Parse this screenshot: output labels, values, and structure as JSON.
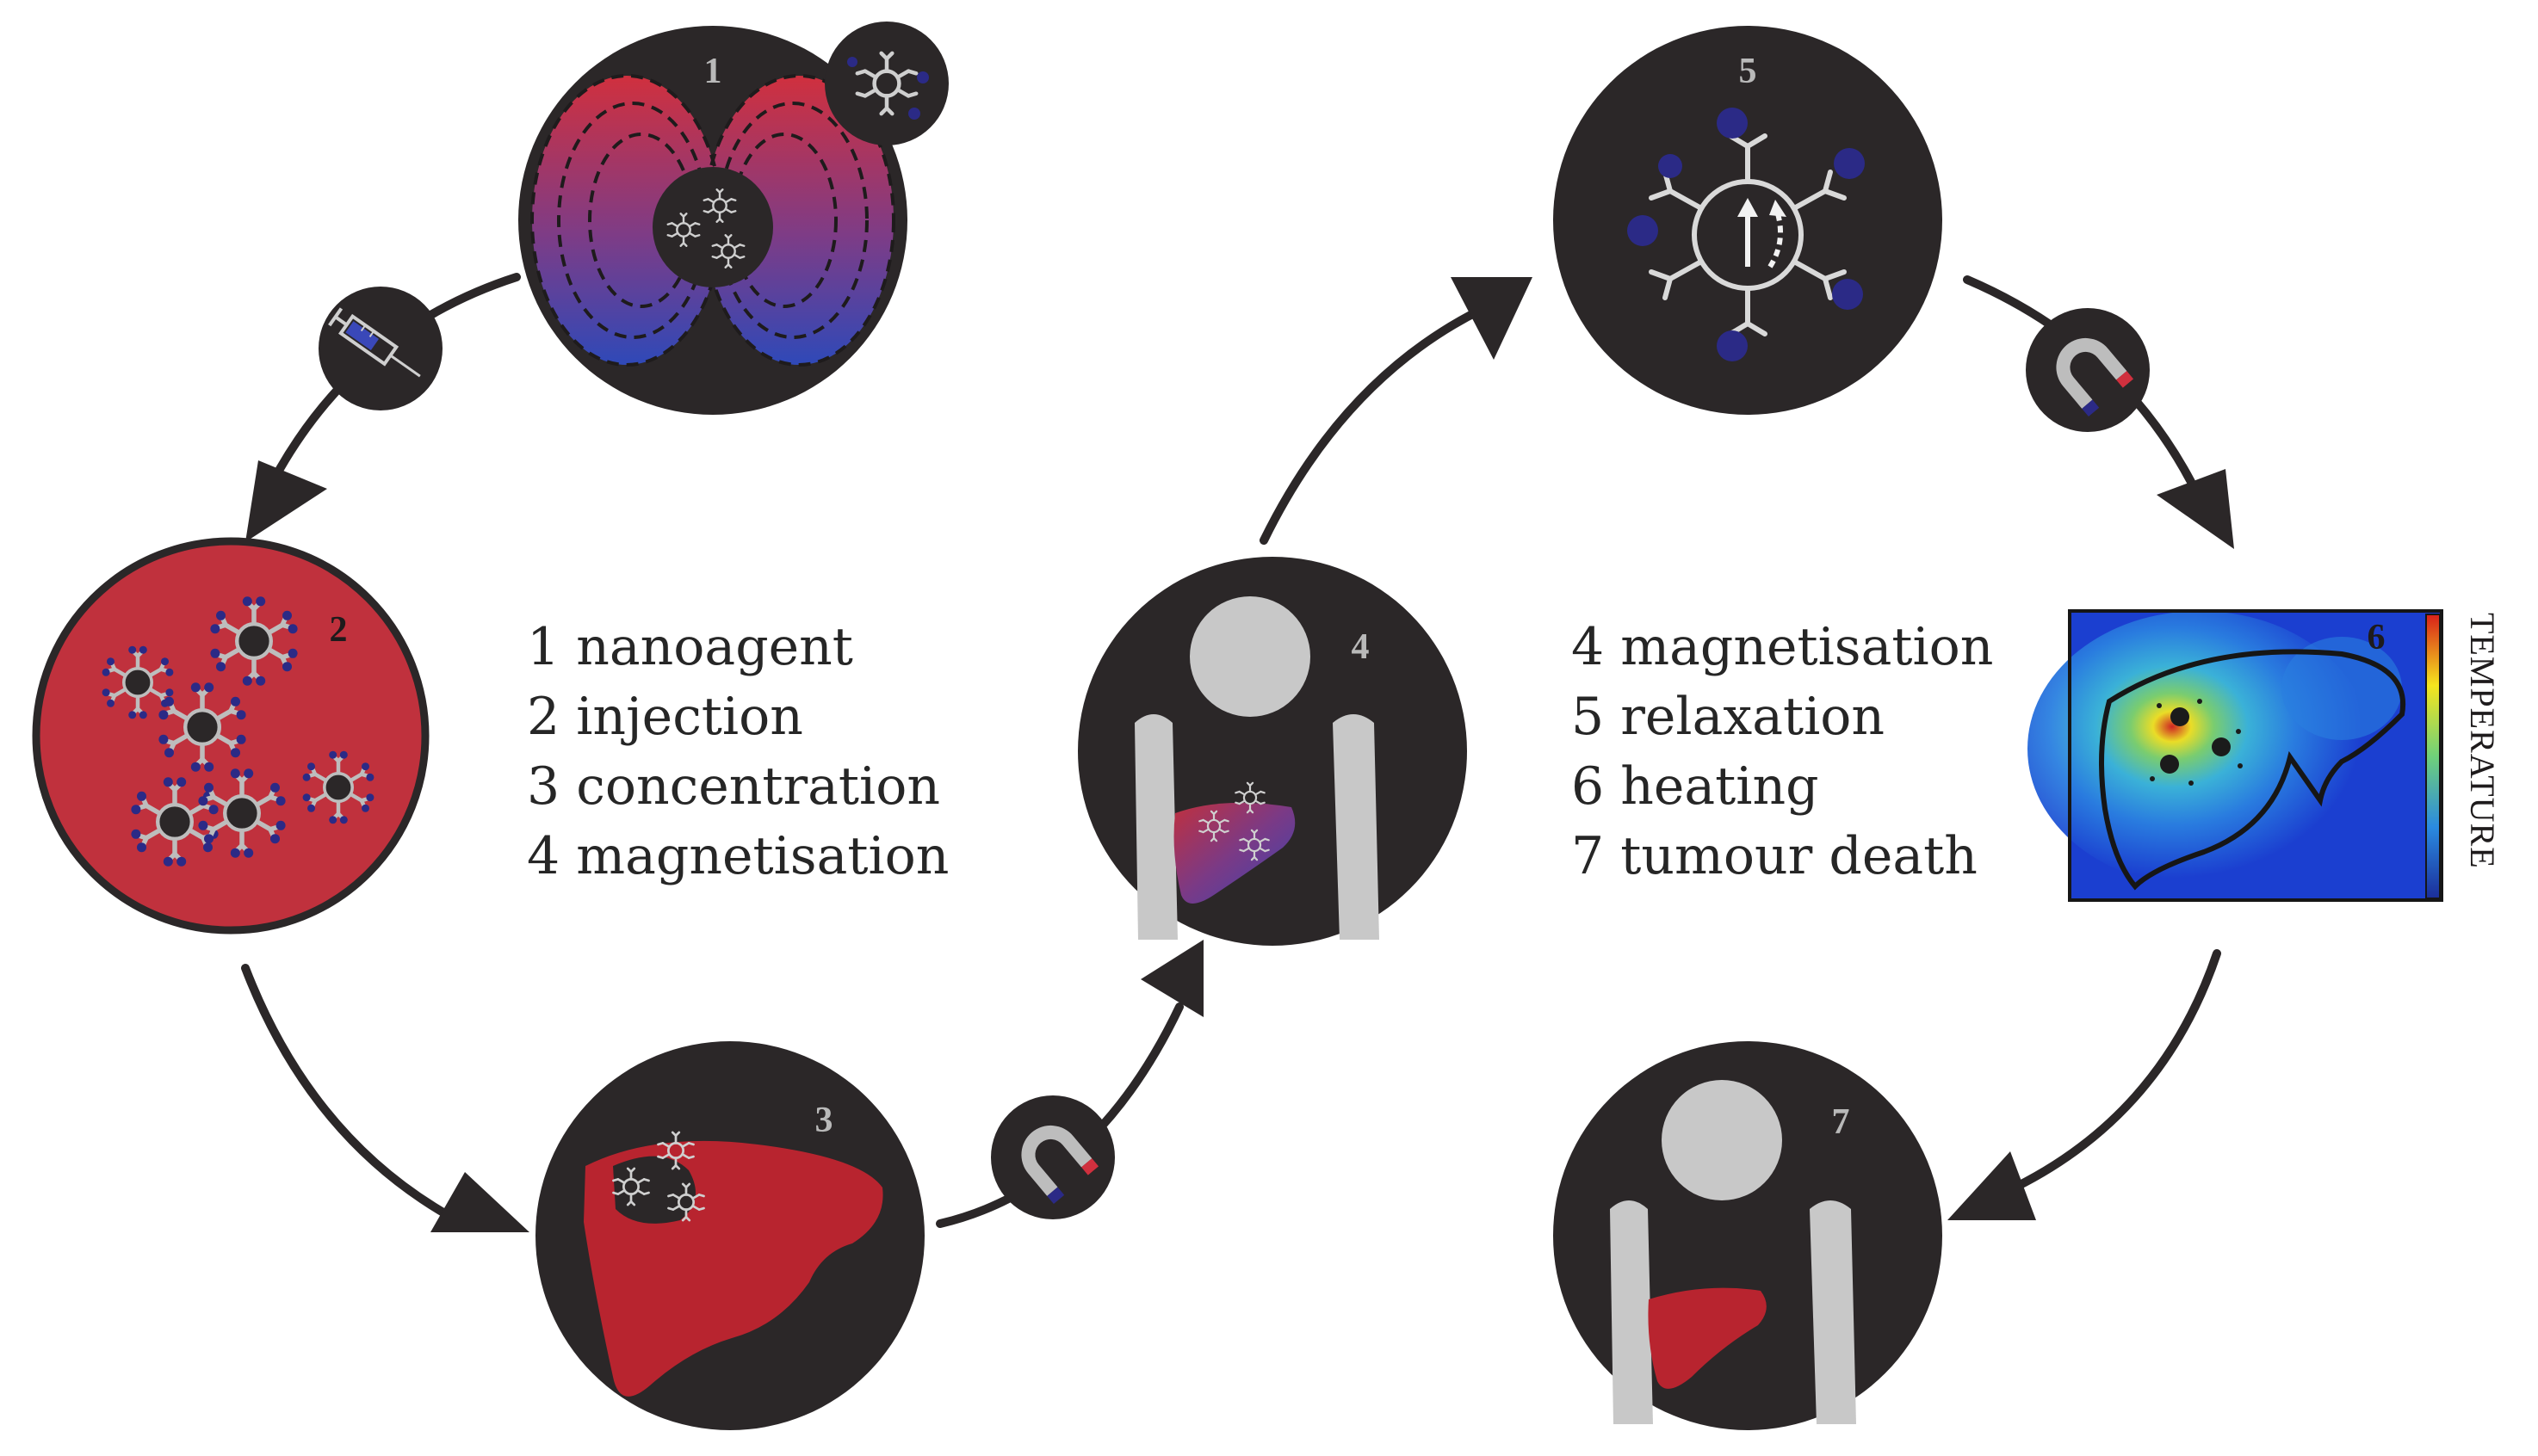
{
  "steps": {
    "s1": "1",
    "s2": "2",
    "s3": "3",
    "s4": "4",
    "s5": "5",
    "s6": "6",
    "s7": "7"
  },
  "legend_left": [
    "1 nanoagent",
    "2 injection",
    "3 concentration",
    "4 magnetisation"
  ],
  "legend_right": [
    "4 magnetisation",
    "5 relaxation",
    "6 heating",
    "7 tumour death"
  ],
  "heatmap": {
    "colorbar_label": "TEMPERATURE"
  },
  "icons": {
    "injection": "syringe-icon",
    "magnet": "horseshoe-magnet-icon"
  },
  "colors": {
    "disc": "#2b2728",
    "blood": "#bf323d",
    "liver": "#b8242f",
    "body": "#c8c8c8",
    "nano_cap": "#2b2a86",
    "field_red": "#d0303e",
    "field_blue": "#2f49b8",
    "heat_blue": "#1b3fd0"
  }
}
